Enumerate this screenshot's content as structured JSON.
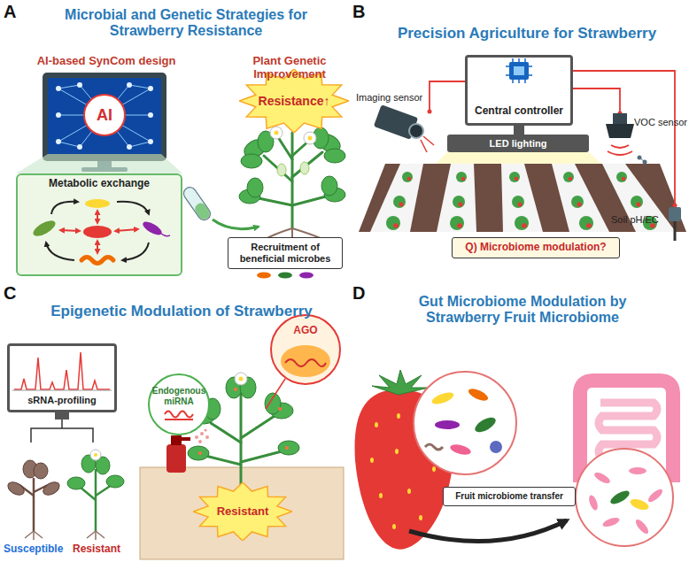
{
  "diagram": {
    "nodes": [
      {
        "text": [
          "AI"
        ]
      },
      {
        "text": [
          "Metabolic exchange"
        ]
      },
      {
        "text": [
          "Resistance↑"
        ]
      },
      {
        "text": [
          "Recruitment of beneficial microbes"
        ]
      },
      {
        "text": [
          "Central controller"
        ]
      },
      {
        "text": [
          "LED lighting"
        ]
      },
      {
        "text": [
          "Q) Microbiome modulation?"
        ]
      },
      {
        "text": [
          "sRNA-profiling"
        ]
      },
      {
        "text": [
          "Endogenous miRNA"
        ]
      },
      {
        "text": [
          "AGO"
        ]
      },
      {
        "text": [
          "Resistant"
        ]
      },
      {
        "text": [
          "Fruit microbiome transfer"
        ]
      }
    ],
    "labels": [
      "A",
      "Microbial and Genetic Strategies for Strawberry Resistance",
      "AI-based SynCom design",
      "Plant Genetic Improvement",
      "B",
      "Precision Agriculture for Strawberry",
      "Imaging sensor",
      "VOC sensor",
      "Soil pH/EC",
      "C",
      "Epigenetic Modulation of Strawberry",
      "Susceptible",
      "Resistant",
      "D",
      "Gut Microbiome Modulation by Strawberry Fruit Microbiome"
    ]
  }
}
